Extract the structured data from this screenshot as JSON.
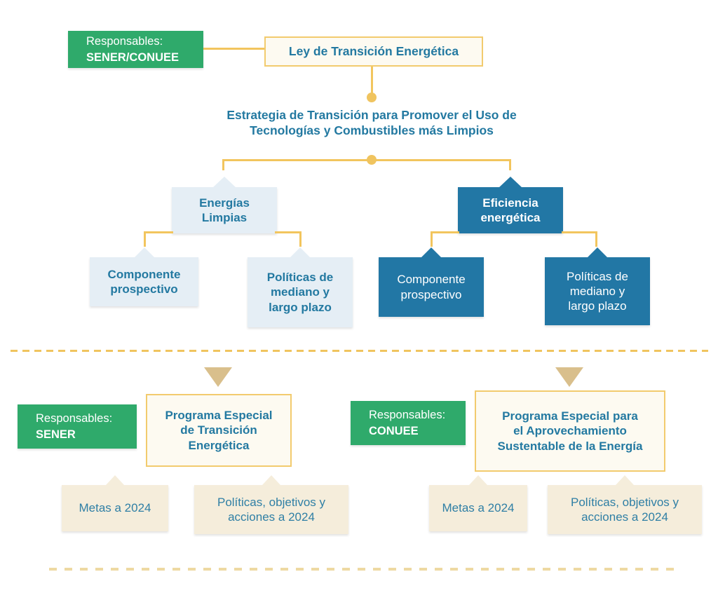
{
  "palette": {
    "green": "#2faa6b",
    "gold_line": "#f2c55e",
    "gold_border": "#f2cb6e",
    "teal_text": "#2379a1",
    "dark_blue": "#2277a5",
    "light_blue": "#e5eef5",
    "cream": "#fdfaf1",
    "beige": "#f5eddb",
    "tan_arrow": "#d9bf8c"
  },
  "header": {
    "responsible": {
      "label": "Responsables:",
      "value": "SENER/CONUEE"
    },
    "law": "Ley de Transición Energética",
    "strategy": "Estrategia de Transición para Promover el Uso de\nTecnologías y Combustibles más Limpios"
  },
  "branches": {
    "clean_energy": {
      "title": "Energías\nLimpias",
      "children": [
        "Componente\nprospectivo",
        "Políticas de\nmediano y\nlargo plazo"
      ]
    },
    "energy_efficiency": {
      "title": "Eficiencia\nenergética",
      "children": [
        "Componente\nprospectivo",
        "Políticas de\nmediano y\nlargo plazo"
      ]
    }
  },
  "programs": {
    "sener": {
      "responsible_label": "Responsables:",
      "responsible_value": "SENER",
      "title": "Programa Especial\nde Transición\nEnergética",
      "outputs": [
        "Metas a 2024",
        "Políticas, objetivos y\nacciones a 2024"
      ]
    },
    "conuee": {
      "responsible_label": "Responsables:",
      "responsible_value": "CONUEE",
      "title": "Programa Especial para\nel Aprovechamiento\nSustentable de la Energía",
      "outputs": [
        "Metas a 2024",
        "Políticas, objetivos y\nacciones a 2024"
      ]
    }
  }
}
